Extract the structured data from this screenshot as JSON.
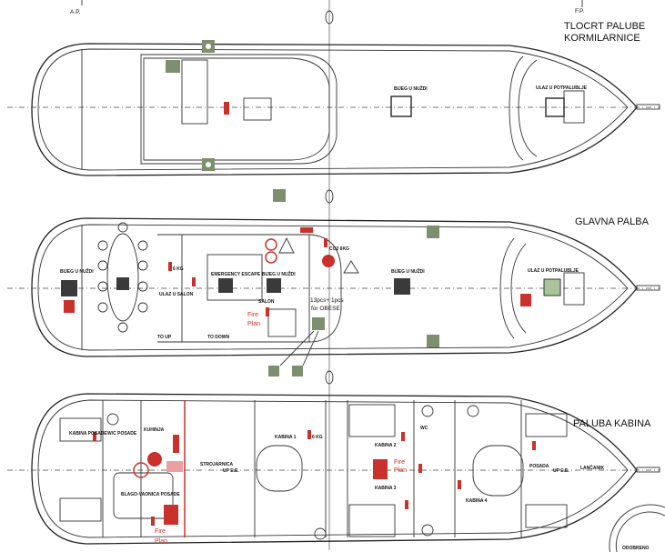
{
  "markers": {
    "aft": "A.P.",
    "fore": "F.P."
  },
  "decks": {
    "wheelhouse": {
      "title_line1": "TLOCRT PALUBE",
      "title_line2": "KORMILARNICE",
      "escape": "BIJEG U NUŽDI",
      "hold_entry": "ULAZ U POTPALUBLJE"
    },
    "main": {
      "title": "GLAVNA PALBA",
      "escape_aft": "BIJEG U NUŽDI",
      "escape_mid": "BIJEG U NUŽDI",
      "escape_fore": "BIJEG U NUŽDI",
      "emergency_escape": "EMERGENCY ESCAPE",
      "salon_entry": "ULAZ U SALON",
      "hold_entry": "ULAZ U POTPALUBLJE",
      "lifejackets_line1": "13pcs+ 1pcs",
      "lifejackets_line2": "for OBESE",
      "fire_plan_line1": "Fire",
      "fire_plan_line2": "Plan",
      "co2": "CO2 6KG",
      "salon": "SALON",
      "to_up": "TO UP",
      "to_down": "TO DOWN",
      "ext": "6 KG"
    },
    "cabins": {
      "title": "PALUBA KABINA",
      "crew_cabin": "KABINA POSADE",
      "crew_wc": "W/C POSADE",
      "galley": "KUHINJA",
      "engine_room": "STROJARNICA",
      "crew_mess": "BLAGO-VAONICA POSADE",
      "cabin1": "KABINA 1",
      "cabin2": "KABINA 2",
      "cabin3": "KABINA 3",
      "cabin4": "KABINA 4",
      "crew": "POSADA",
      "chain_locker": "LANČANIK",
      "wc": "WC",
      "ee": "UP E.E.",
      "fire_plan_line1": "Fire",
      "fire_plan_line2": "Plan",
      "ext": "6 KG",
      "stamp": "ODOBRENO"
    }
  },
  "colors": {
    "safety_red": "#c8312c",
    "safety_green": "#7c8f6e"
  }
}
